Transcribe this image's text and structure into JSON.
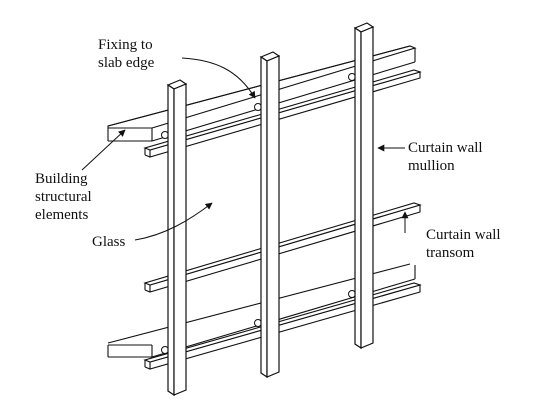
{
  "labels": {
    "fixing": [
      "Fixing to",
      "slab edge"
    ],
    "building": [
      "Building",
      "structural",
      "elements"
    ],
    "glass": [
      "Glass"
    ],
    "mullion": [
      "Curtain wall",
      "mullion"
    ],
    "transom": [
      "Curtain wall",
      "transom"
    ]
  },
  "colors": {
    "stroke": "#111111",
    "fill": "#ffffff"
  }
}
